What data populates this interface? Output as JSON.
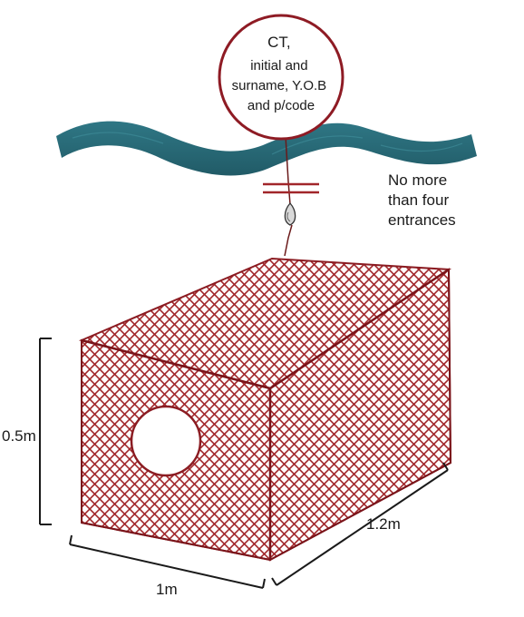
{
  "float_label": {
    "lines": [
      "CT,",
      "initial and",
      "surname, Y.O.B",
      "and p/code"
    ]
  },
  "entrances_note": {
    "lines": [
      "No more",
      "than four",
      "entrances"
    ]
  },
  "dimensions": {
    "height": "0.5m",
    "width": "1m",
    "length": "1.2m"
  },
  "colors": {
    "water": "#2a6b78",
    "net": "#a1262a",
    "float_border": "#8e1b24",
    "dimension_line": "#1a1a1a"
  }
}
